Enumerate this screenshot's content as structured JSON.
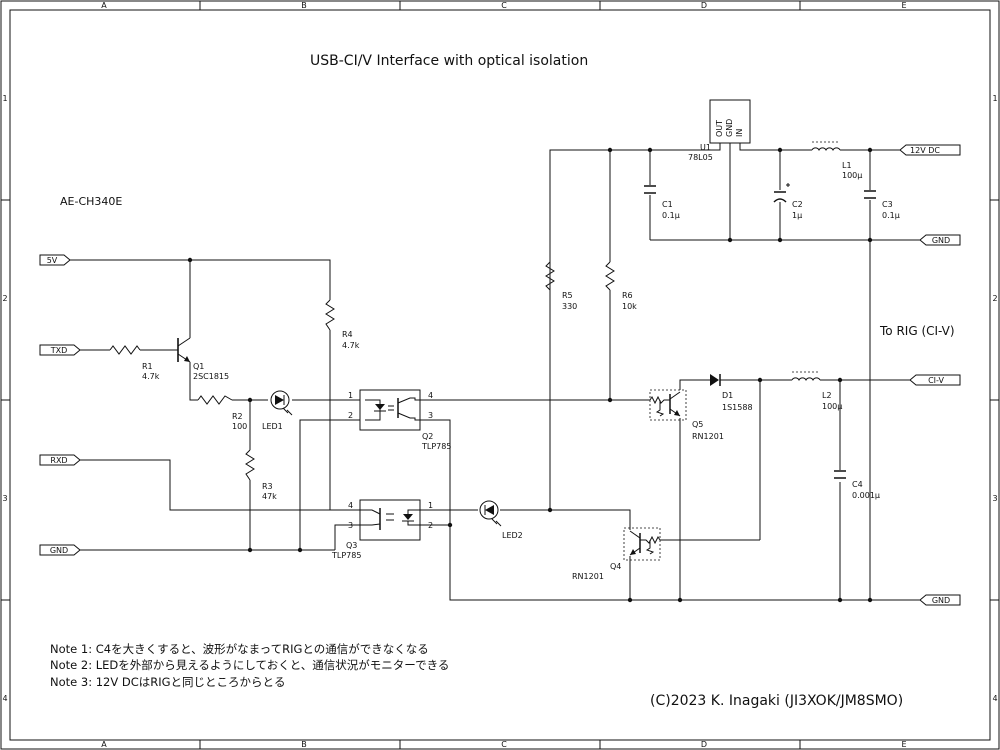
{
  "title": "USB-CI/V Interface with optical isolation",
  "module": "AE-CH340E",
  "grid": {
    "columns": [
      "A",
      "B",
      "C",
      "D",
      "E"
    ],
    "rows": [
      "1",
      "2",
      "3",
      "4"
    ]
  },
  "ports": {
    "p5v": "5V",
    "txd": "TXD",
    "rxd": "RXD",
    "gnd_left": "GND",
    "dc12": "12V DC",
    "gnd_top": "GND",
    "civ": "CI-V",
    "gnd_bottom": "GND"
  },
  "to_rig": "To RIG (CI-V)",
  "components": {
    "r1": {
      "ref": "R1",
      "value": "4.7k"
    },
    "r2": {
      "ref": "R2",
      "value": "100"
    },
    "r3": {
      "ref": "R3",
      "value": "47k"
    },
    "r4": {
      "ref": "R4",
      "value": "4.7k"
    },
    "r5": {
      "ref": "R5",
      "value": "330"
    },
    "r6": {
      "ref": "R6",
      "value": "10k"
    },
    "q1": {
      "ref": "Q1",
      "value": "2SC1815"
    },
    "q2": {
      "ref": "Q2",
      "value": "TLP785"
    },
    "q3": {
      "ref": "Q3",
      "value": "TLP785"
    },
    "q4": {
      "ref": "Q4",
      "value": "RN1201"
    },
    "q5": {
      "ref": "Q5",
      "value": "RN1201"
    },
    "led1": {
      "ref": "LED1"
    },
    "led2": {
      "ref": "LED2"
    },
    "d1": {
      "ref": "D1",
      "value": "1S1588"
    },
    "u1": {
      "ref": "U1",
      "value": "78L05",
      "pin_out": "OUT",
      "pin_gnd": "GND",
      "pin_in": "IN"
    },
    "c1": {
      "ref": "C1",
      "value": "0.1μ"
    },
    "c2": {
      "ref": "C2",
      "value": "1μ"
    },
    "c3": {
      "ref": "C3",
      "value": "0.1μ"
    },
    "c4": {
      "ref": "C4",
      "value": "0.001μ"
    },
    "l1": {
      "ref": "L1",
      "value": "100μ"
    },
    "l2": {
      "ref": "L2",
      "value": "100μ"
    }
  },
  "pins": {
    "q2_1": "1",
    "q2_2": "2",
    "q2_3": "3",
    "q2_4": "4",
    "q3_1": "1",
    "q3_2": "2",
    "q3_3": "3",
    "q3_4": "4"
  },
  "notes": [
    "Note 1: C4を大きくすると、波形がなまってRIGとの通信ができなくなる",
    "Note 2: LEDを外部から見えるようにしておくと、通信状況がモニターできる",
    "Note 3: 12V DCはRIGと同じところからとる"
  ],
  "copyright": "(C)2023 K. Inagaki (JI3XOK/JM8SMO)"
}
